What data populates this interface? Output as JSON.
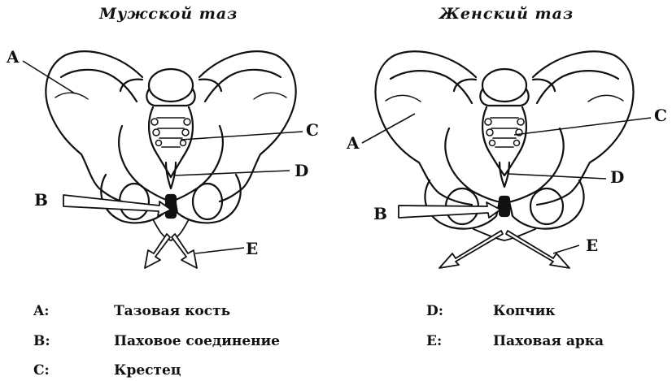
{
  "diagrams": [
    {
      "title": "Мужской таз",
      "labels": {
        "A": "A",
        "B": "B",
        "C": "C",
        "D": "D",
        "E": "E"
      }
    },
    {
      "title": "Женский таз",
      "labels": {
        "A": "A",
        "B": "B",
        "C": "C",
        "D": "D",
        "E": "E"
      }
    }
  ],
  "legend": [
    {
      "key": "A:",
      "text": "Тазовая кость"
    },
    {
      "key": "B:",
      "text": "Паховое соединение"
    },
    {
      "key": "C:",
      "text": "Крестец"
    },
    {
      "key": "D:",
      "text": "Копчик"
    },
    {
      "key": "E:",
      "text": "Паховая арка"
    }
  ]
}
